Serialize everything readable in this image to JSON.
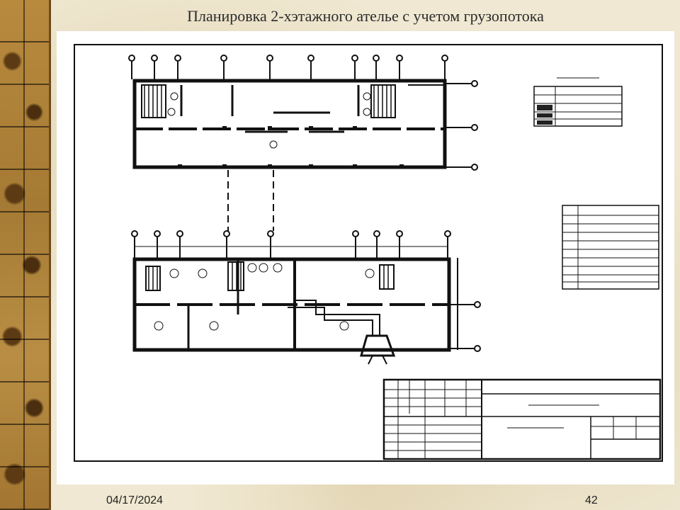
{
  "slide": {
    "title": "Планировка 2-хэтажного ателье с учетом грузопотока",
    "date": "04/17/2024",
    "page_number": "42"
  }
}
